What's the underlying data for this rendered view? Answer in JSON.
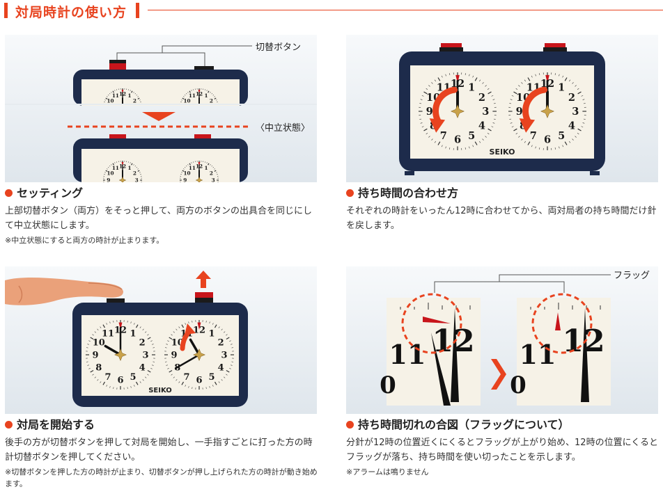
{
  "header": {
    "title": "対局時計の使い方"
  },
  "panels": {
    "setting": {
      "button_label": "切替ボタン",
      "neutral_label": "〈中立状態〉"
    },
    "hold": {
      "brand": "SEIKO"
    },
    "start": {
      "brand": "SEIKO"
    },
    "flag": {
      "flag_label": "フラッグ"
    }
  },
  "dial_numbers": [
    "12",
    "1",
    "2",
    "3",
    "4",
    "5",
    "6",
    "7",
    "8",
    "9",
    "10",
    "11"
  ],
  "sections": {
    "setting": {
      "heading": "セッティング",
      "body": "上部切替ボタン（両方）をそっと押して、両方のボタンの出具合を同じにして中立状態にします。",
      "note": "※中立状態にすると両方の時計が止まります。"
    },
    "hold_time": {
      "heading": "持ち時間の合わせ方",
      "body": "それぞれの時計をいったん12時に合わせてから、両対局者の持ち時間だけ針を戻します。"
    },
    "start": {
      "heading": "対局を開始する",
      "body": "後手の方が切替ボタンを押して対局を開始し、一手指すごとに打った方の時計切替ボタンを押してください。",
      "note": "※切替ボタンを押した方の時計が止まり、切替ボタンが押し上げられた方の時計が動き始めます。"
    },
    "flag": {
      "heading": "持ち時間切れの合図（フラッグについて）",
      "body": "分針が12時の位置近くにくるとフラッグが上がり始め、12時の位置にくるとフラッグが落ち、持ち時間を使い切ったことを示します。",
      "note": "※アラームは鳴りません"
    }
  },
  "colors": {
    "accent": "#e8431f",
    "clock_body": "#1d2b4b",
    "dial": "#f6f2e7"
  }
}
